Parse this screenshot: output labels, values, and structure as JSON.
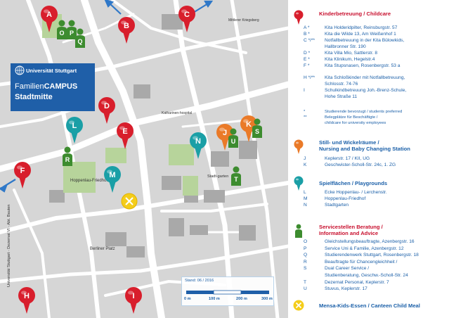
{
  "brand": {
    "university": "Universität Stuttgart",
    "familien": "Familien",
    "campus": "CAMPUS",
    "stadtmitte": "Stadtmitte"
  },
  "scale": {
    "stand": "Stand: 06 / 2016",
    "ticks": [
      "0 m",
      "100 m",
      "200 m",
      "300 m"
    ]
  },
  "side_label": "Universität Stuttgart · Dezernat VI · Abt. Bauten",
  "map_labels": {
    "hoppenlau": "Hoppenlau-Friedhof",
    "stadtgarten": "Stadt-garten",
    "berliner": "Berliner Platz",
    "kiesbergweg": "Mittlerer Kriegsberg",
    "katharinen": "Katharinen-hospital"
  },
  "markers": {
    "kita": [
      "A",
      "B",
      "C",
      "D",
      "E",
      "F",
      "H",
      "I"
    ],
    "wickel": [
      "J",
      "K"
    ],
    "spiel": [
      "L",
      "M",
      "N"
    ],
    "beratung": [
      "O",
      "P",
      "Q",
      "R",
      "S",
      "T",
      "U"
    ]
  },
  "legend": {
    "kita": {
      "title": "Kinderbetreuung / Childcare",
      "rows": [
        {
          "k": "A   *",
          "t": "Kita Holderidpilter, Reinsburgstr. 57"
        },
        {
          "k": "B   *",
          "t": "Kita die Wilde 13, Am Weißenhof 1"
        },
        {
          "k": "C   */**",
          "t": "Notfallbetreuung in der Kita Bülowkids,"
        },
        {
          "k": "",
          "t": "Hallbronner Str. 190"
        },
        {
          "k": "D   *",
          "t": "Kita Villa Mio, Sattlerstr. 8"
        },
        {
          "k": "E   *",
          "t": "Kita Klinikum, Hegelstr.4"
        },
        {
          "k": "F   *",
          "t": "Kita Stupsnasen, Rosenbergstr. 53 a"
        },
        {
          "k": "H   */**",
          "t": "Kita Schloßkinder mit Notfallbetreuung,"
        },
        {
          "k": "",
          "t": "Schlosstr. 74-76"
        },
        {
          "k": "I",
          "t": "Schulkindbetreuung Joh.-Brenz-Schule,"
        },
        {
          "k": "",
          "t": "Hohe Straße 11"
        }
      ],
      "notes": [
        {
          "k": "*",
          "t": "Studierende bevorzugt / students preferred"
        },
        {
          "k": "**",
          "t": "Belegplätze für Beschäftigte /"
        },
        {
          "k": "",
          "t": "childcare for university employees"
        }
      ]
    },
    "wickel": {
      "title1": "Still- und Wickelräume /",
      "title2": "Nursing and Baby Changing Station",
      "rows": [
        {
          "k": "J",
          "t": "Keplerstr. 17 / KII, UG"
        },
        {
          "k": "K",
          "t": "Geschwister-Scholl-Str. 24c, 1. ZG"
        }
      ]
    },
    "spiel": {
      "title": "Spielflächen / Playgrounds",
      "rows": [
        {
          "k": "L",
          "t": "Ecke Hoppenlau- / Lerchenstr."
        },
        {
          "k": "M",
          "t": "Hoppenlau-Friedhof"
        },
        {
          "k": "N",
          "t": "Stadtgarten"
        }
      ]
    },
    "beratung": {
      "title1": "Servicestellen Beratung /",
      "title2": "Information and Advice",
      "rows": [
        {
          "k": "O",
          "t": "Gleichstellungsbeauftragte, Azenbergstr. 16"
        },
        {
          "k": "P",
          "t": "Service Uni & Familie, Azenbergstr. 12"
        },
        {
          "k": "Q",
          "t": "Studierendenwerk Stuttgart, Rosenbergstr. 18"
        },
        {
          "k": "R",
          "t": "Beauftragte für Chancengleichheit /"
        },
        {
          "k": "S",
          "t": "Dual Career Service /"
        },
        {
          "k": "",
          "t": "Studienberatung, Geschw.-Scholl-Str. 24"
        },
        {
          "k": "T",
          "t": "Dezernat Personal, Keplerstr. 7"
        },
        {
          "k": "U",
          "t": "Stuvus, Keplerstr. 17"
        }
      ]
    },
    "mensa": {
      "title": "Mensa-Kids-Essen / Canteen Child Meal"
    }
  },
  "colors": {
    "red_pin": "#d81e2c",
    "orange_pin": "#ea7a28",
    "teal_pin": "#1a9fa6",
    "green_pin": "#3d8c2f",
    "yellow_mensa": "#f4cd1a",
    "brand_blue": "#1f5fa8",
    "arrow_blue": "#2f78c8"
  }
}
